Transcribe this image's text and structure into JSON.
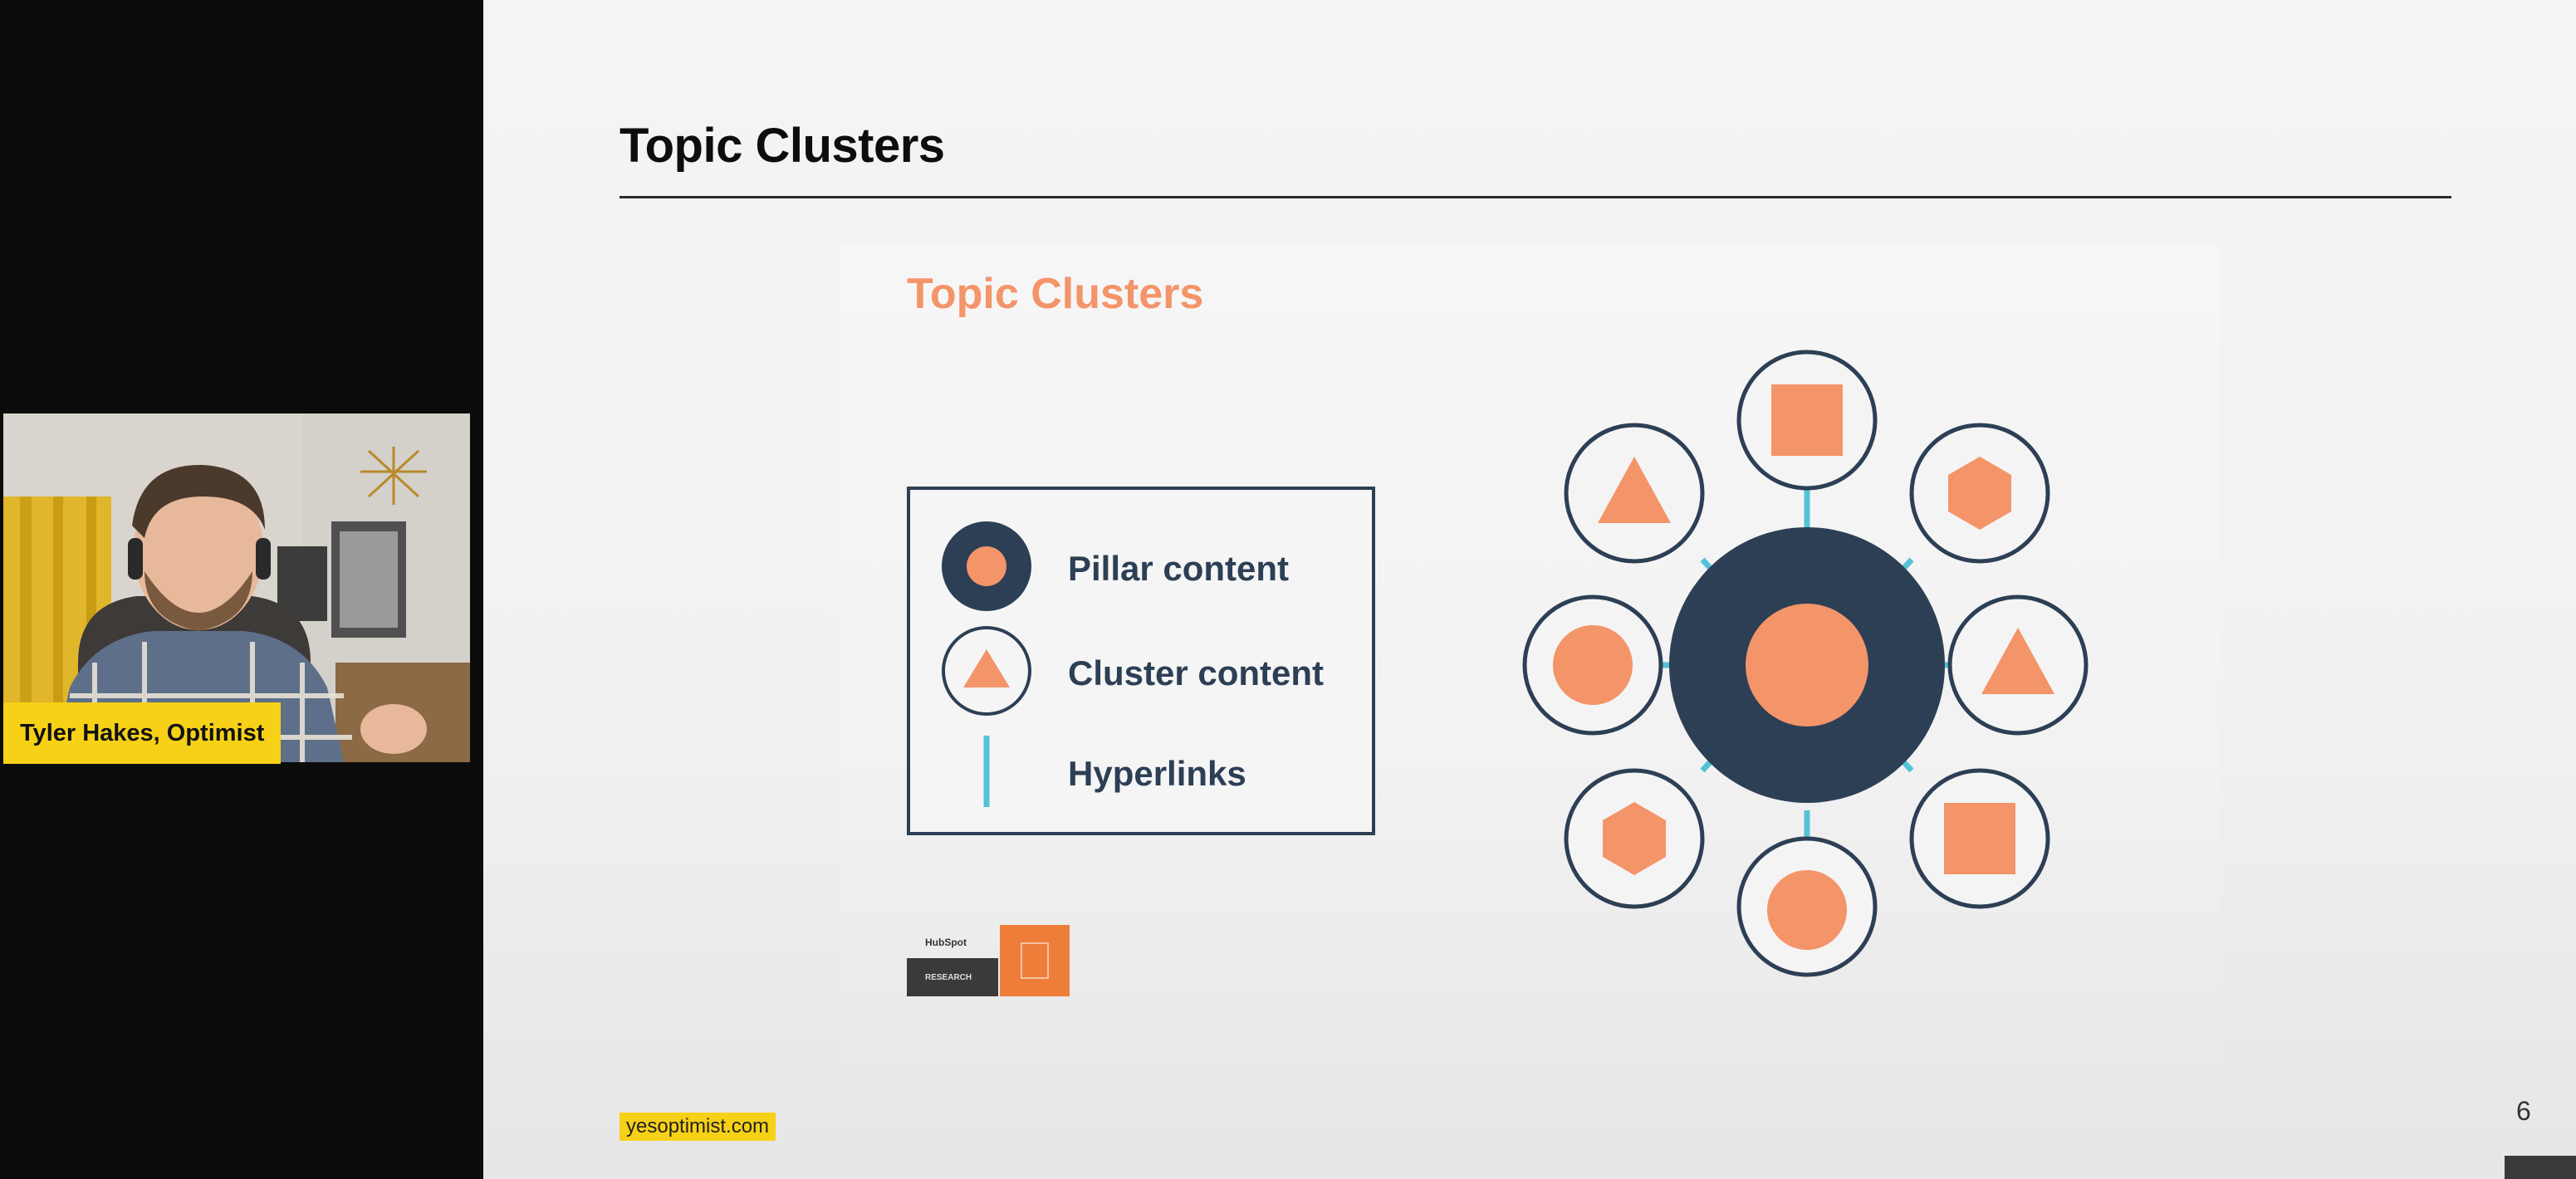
{
  "speaker": {
    "name_tag": "Tyler Hakes, Optimist"
  },
  "slide": {
    "title": "Topic Clusters",
    "footer_url": "yesoptimist.com",
    "page_number": "6",
    "embedded": {
      "title": "Topic Clusters",
      "legend": [
        {
          "icon": "pillar-node-icon",
          "label": "Pillar content"
        },
        {
          "icon": "cluster-node-icon",
          "label": "Cluster content"
        },
        {
          "icon": "hyperlink-line-icon",
          "label": "Hyperlinks"
        }
      ],
      "logo_text": "HubSpot",
      "logo_subtext": "RESEARCH"
    }
  },
  "colors": {
    "navy": "#2c3f55",
    "orange": "#f49469",
    "teal": "#55c3d6",
    "highlight_yellow": "#f7d117"
  }
}
